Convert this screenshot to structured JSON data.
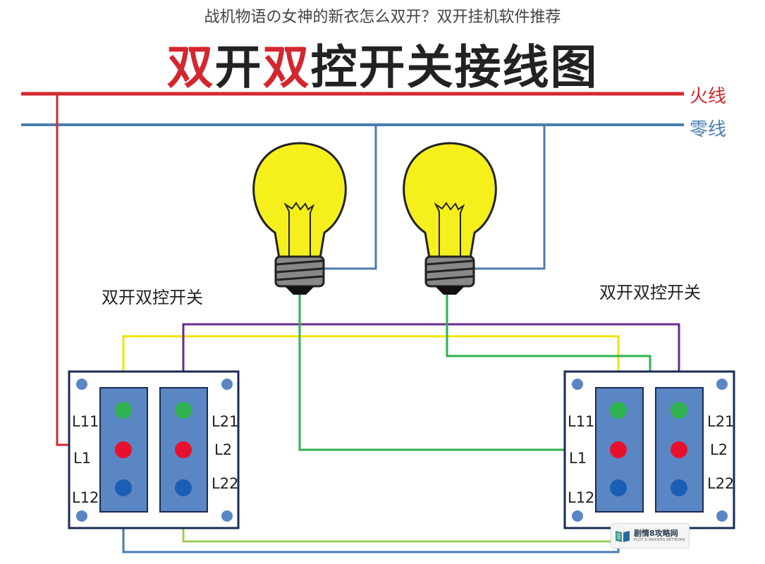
{
  "caption": "战机物语の女神的新衣怎么双开？双开挂机软件推荐",
  "title": {
    "part1": "双",
    "part2": "开",
    "part3": "双",
    "part4": "控开关接线图"
  },
  "wires": {
    "live_label": "火线",
    "neutral_label": "零线",
    "live_color": "#d3272f",
    "neutral_color": "#4a7cb0",
    "yellow_color": "#f2e500",
    "purple_color": "#6a2a8c",
    "green_color": "#2fb24f",
    "lightgreen_color": "#9acd5a"
  },
  "switches": {
    "left_title": "双开双控开关",
    "right_title": "双开双控开关",
    "left_terminals": [
      "L11",
      "L1",
      "L12"
    ],
    "left_terminals_right": [
      "L21",
      "L2",
      "L22"
    ],
    "right_terminals": [
      "L11",
      "L1",
      "L12"
    ],
    "right_terminals_right": [
      "L21",
      "L2",
      "L22"
    ],
    "panel_color": "#5b86c4",
    "plate_border": "#1a2a55"
  },
  "bulbs": [
    {
      "icon": "light-bulb-icon",
      "color": "#f5ef1c"
    },
    {
      "icon": "light-bulb-icon",
      "color": "#f5ef1c"
    }
  ],
  "watermark": {
    "main": "剧情8攻略网",
    "sub": "PLOT & RAIDERS NETWORK"
  }
}
